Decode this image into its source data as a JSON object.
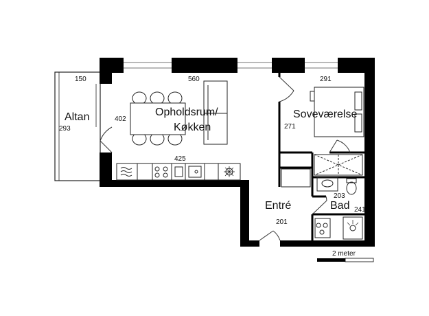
{
  "rooms": {
    "altan": "Altan",
    "opholdsrum_line1": "Opholdsrum/",
    "opholdsrum_line2": "Køkken",
    "sovevaerelse": "Soveværelse",
    "entre": "Entré",
    "bad": "Bad"
  },
  "dimensions": {
    "altan_width": "150",
    "altan_depth": "293",
    "living_width": "560",
    "living_depth": "402",
    "kitchen_length": "425",
    "bedroom_width": "291",
    "bedroom_depth": "271",
    "bath_width": "203",
    "bath_depth": "241",
    "entre_width": "201"
  },
  "scale_bar": {
    "label": "2 meter"
  }
}
